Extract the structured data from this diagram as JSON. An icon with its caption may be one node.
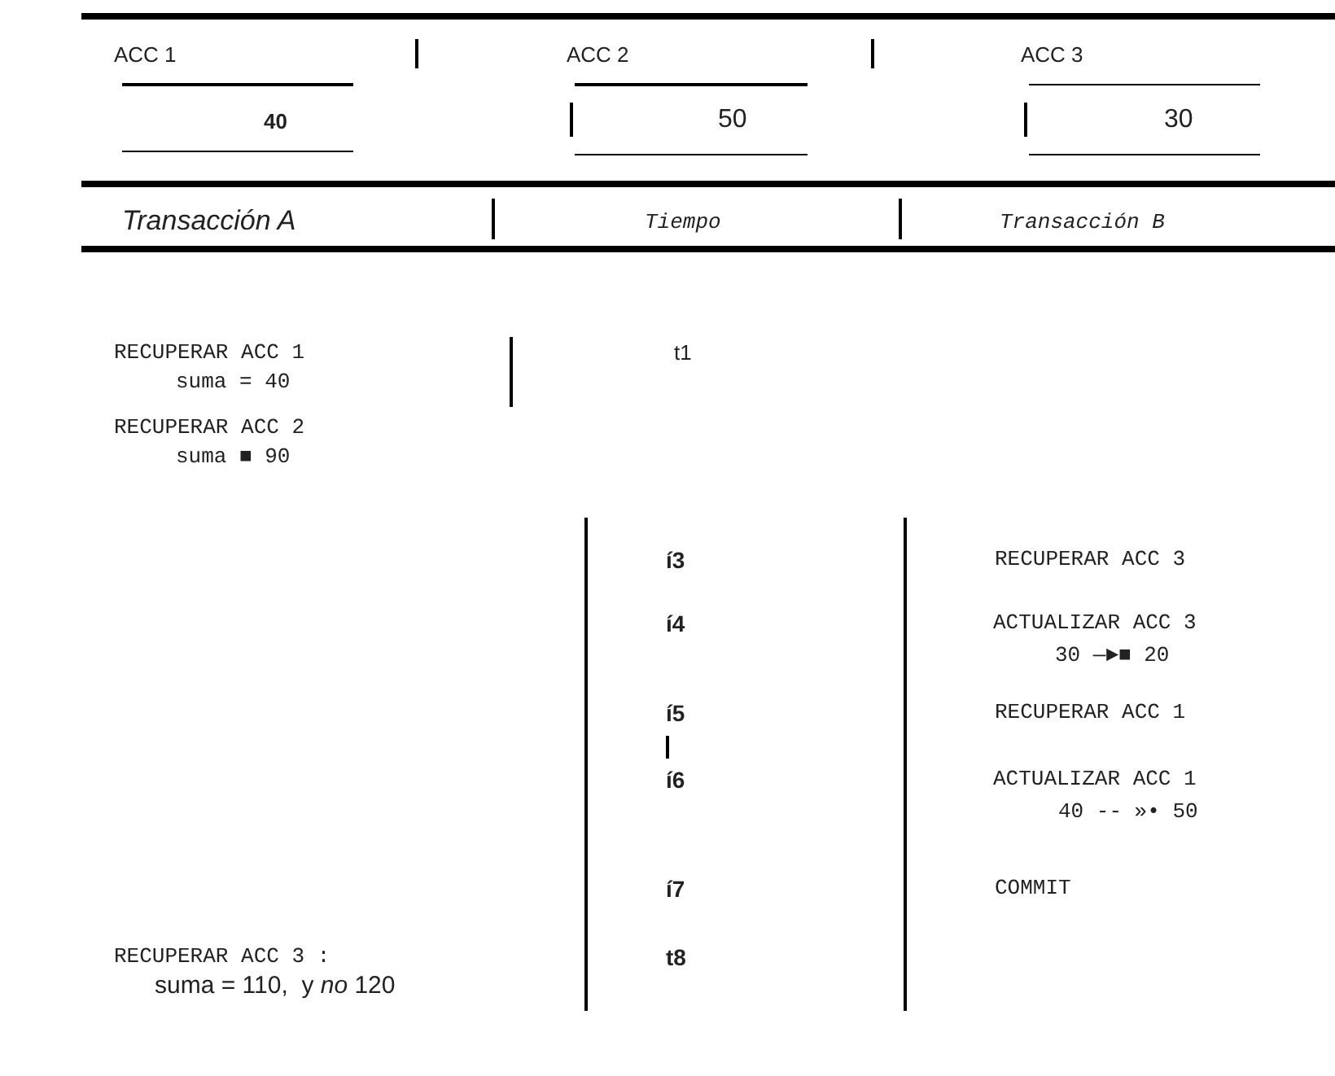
{
  "diagram": {
    "labels": [
      "ACC 1",
      "ACC 2",
      "ACC 3",
      "40",
      "50",
      "30",
      "Transacción A",
      "Tiempo",
      "Transacción B",
      "RECUPERAR ACC 1",
      "suma = 40",
      "t1",
      "RECUPERAR ACC 2",
      "suma ■ 90",
      "í3",
      "RECUPERAR ACC 3",
      "í4",
      "ACTUALIZAR ACC 3",
      "30 —►■ 20",
      "í5",
      "RECUPERAR ACC 1",
      "í6",
      "ACTUALIZAR ACC 1",
      "40 -- »• 50",
      "í7",
      "COMMIT",
      "RECUPERAR ACC 3 :",
      "suma = 110,  y *no* 120",
      "t8"
    ]
  }
}
